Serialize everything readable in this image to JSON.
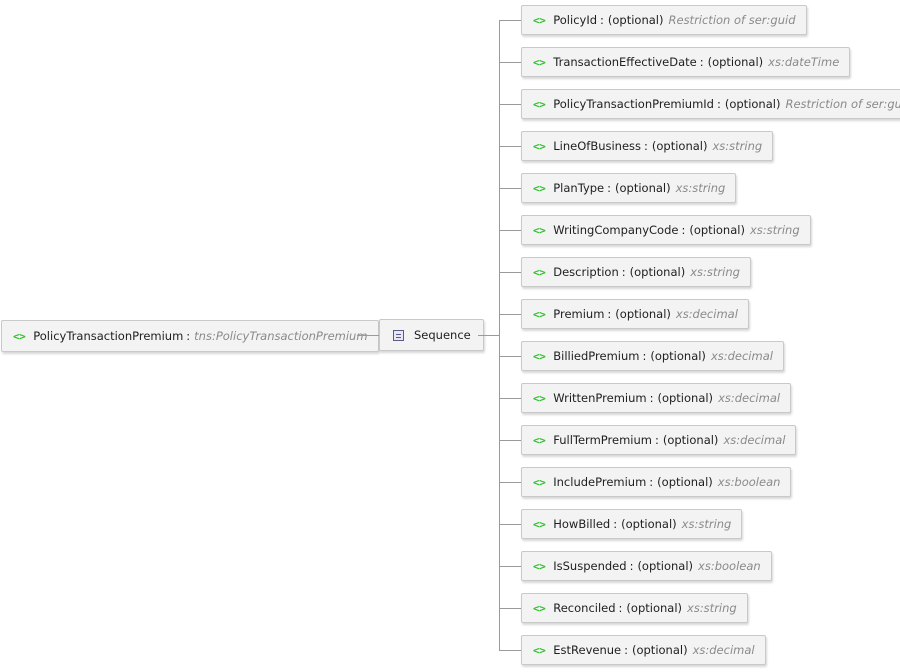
{
  "root": {
    "name": "PolicyTransactionPremium",
    "type": "tns:PolicyTransactionPremium",
    "icon": "element-icon"
  },
  "sequence": {
    "label": "Sequence",
    "icon": "sequence-icon"
  },
  "children": [
    {
      "name": "PolicyId",
      "occurrence": "(optional)",
      "type": "Restriction of ser:guid"
    },
    {
      "name": "TransactionEffectiveDate",
      "occurrence": "(optional)",
      "type": "xs:dateTime"
    },
    {
      "name": "PolicyTransactionPremiumId",
      "occurrence": "(optional)",
      "type": "Restriction of ser:guid"
    },
    {
      "name": "LineOfBusiness",
      "occurrence": "(optional)",
      "type": "xs:string"
    },
    {
      "name": "PlanType",
      "occurrence": "(optional)",
      "type": "xs:string"
    },
    {
      "name": "WritingCompanyCode",
      "occurrence": "(optional)",
      "type": "xs:string"
    },
    {
      "name": "Description",
      "occurrence": "(optional)",
      "type": "xs:string"
    },
    {
      "name": "Premium",
      "occurrence": "(optional)",
      "type": "xs:decimal"
    },
    {
      "name": "BilliedPremium",
      "occurrence": "(optional)",
      "type": "xs:decimal"
    },
    {
      "name": "WrittenPremium",
      "occurrence": "(optional)",
      "type": "xs:decimal"
    },
    {
      "name": "FullTermPremium",
      "occurrence": "(optional)",
      "type": "xs:decimal"
    },
    {
      "name": "IncludePremium",
      "occurrence": "(optional)",
      "type": "xs:boolean"
    },
    {
      "name": "HowBilled",
      "occurrence": "(optional)",
      "type": "xs:string"
    },
    {
      "name": "IsSuspended",
      "occurrence": "(optional)",
      "type": "xs:boolean"
    },
    {
      "name": "Reconciled",
      "occurrence": "(optional)",
      "type": "xs:string"
    },
    {
      "name": "EstRevenue",
      "occurrence": "(optional)",
      "type": "xs:decimal"
    }
  ],
  "labels": {
    "separator": ":",
    "element_glyph": "<>"
  },
  "colors": {
    "element_icon": "#2fbf2f",
    "type_text": "#8a8a8a",
    "node_bg": "#f3f3f3",
    "node_border": "#c9c9c9",
    "connector": "#9a9a9a"
  }
}
